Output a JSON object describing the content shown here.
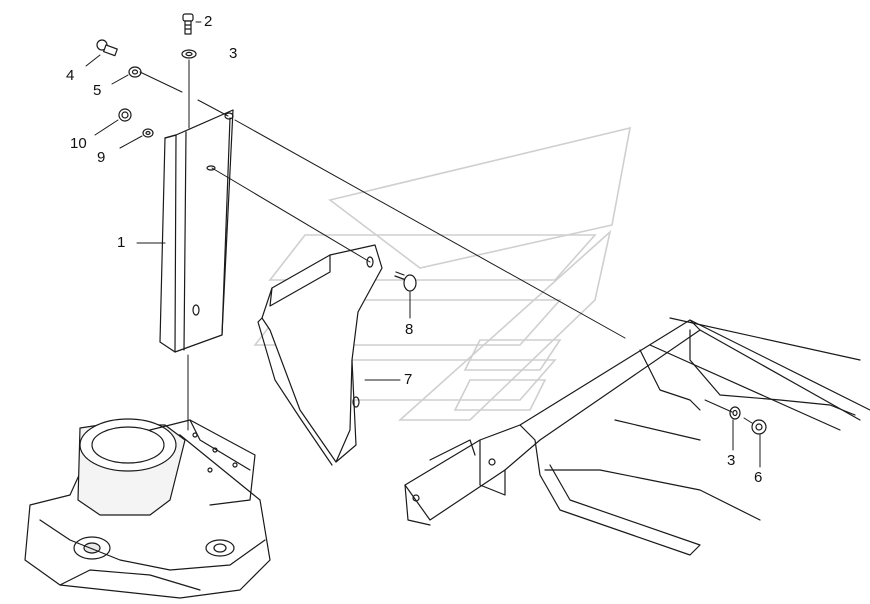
{
  "callouts": {
    "c1": "1",
    "c2": "2",
    "c3_top": "3",
    "c4": "4",
    "c5": "5",
    "c6": "6",
    "c7": "7",
    "c8": "8",
    "c9": "9",
    "c10": "10",
    "c3_right": "3"
  },
  "colors": {
    "line": "#1a1a1a",
    "watermark": "#cfcfcf",
    "shade": "#e8e8e8"
  }
}
